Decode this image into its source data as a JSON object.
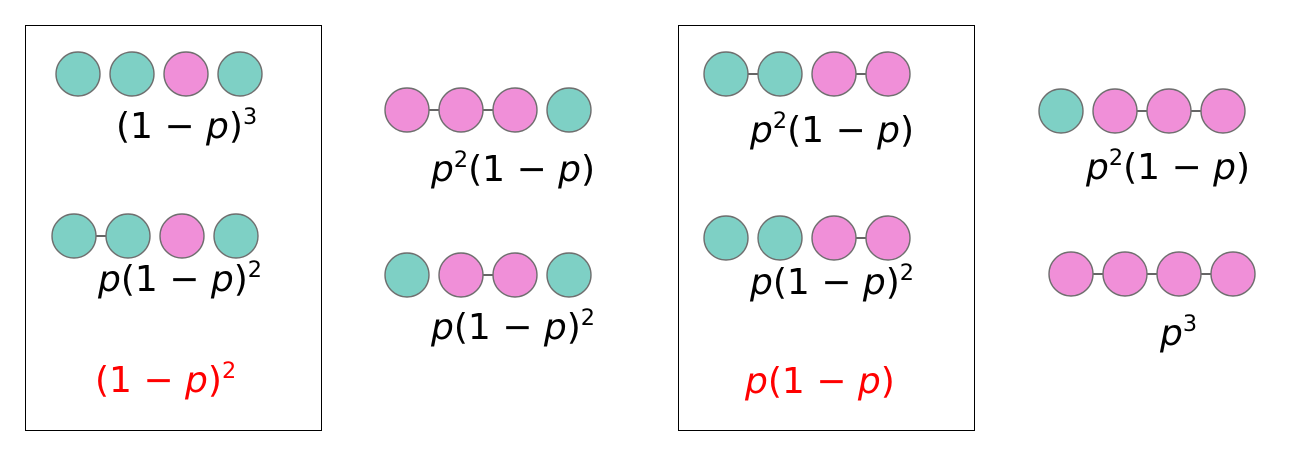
{
  "colors": {
    "teal": "#7ed0c5",
    "pink": "#f08fd8",
    "stroke": "#6f6f6f",
    "highlight": "#ff0000"
  },
  "configs": [
    {
      "beads": [
        "teal",
        "teal",
        "pink",
        "teal"
      ],
      "bonds": [
        false,
        false,
        false
      ],
      "label": "(1 − p)^3"
    },
    {
      "beads": [
        "teal",
        "teal",
        "pink",
        "teal"
      ],
      "bonds": [
        true,
        false,
        false
      ],
      "label": "p(1 − p)^2"
    },
    {
      "beads": [
        "pink",
        "pink",
        "pink",
        "teal"
      ],
      "bonds": [
        true,
        true,
        false
      ],
      "label": "p^2(1 − p)"
    },
    {
      "beads": [
        "teal",
        "pink",
        "pink",
        "teal"
      ],
      "bonds": [
        false,
        true,
        false
      ],
      "label": "p(1 − p)^2"
    },
    {
      "beads": [
        "teal",
        "teal",
        "pink",
        "pink"
      ],
      "bonds": [
        true,
        false,
        true
      ],
      "label": "p^2(1 − p)"
    },
    {
      "beads": [
        "teal",
        "teal",
        "pink",
        "pink"
      ],
      "bonds": [
        false,
        false,
        true
      ],
      "label": "p(1 − p)^2"
    },
    {
      "beads": [
        "teal",
        "pink",
        "pink",
        "pink"
      ],
      "bonds": [
        false,
        true,
        true
      ],
      "label": "p^2(1 − p)"
    },
    {
      "beads": [
        "pink",
        "pink",
        "pink",
        "pink"
      ],
      "bonds": [
        true,
        true,
        true
      ],
      "label": "p^3"
    }
  ],
  "box_totals": [
    {
      "label": "(1 − p)^2"
    },
    {
      "label": "p(1 − p)"
    }
  ]
}
